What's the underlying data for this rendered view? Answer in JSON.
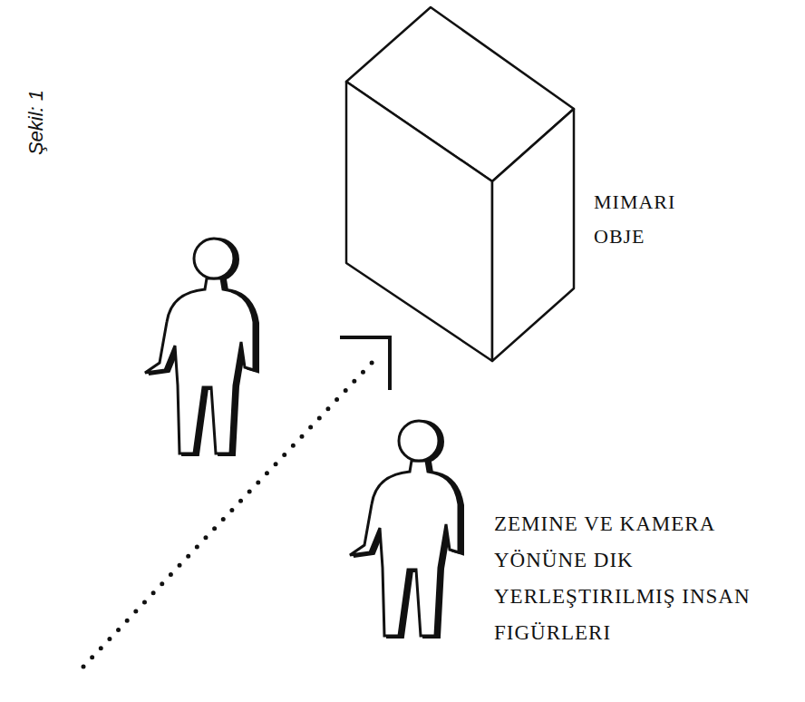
{
  "diagram": {
    "labels": [
      "Şekil: 1",
      "MIMARI OBJE",
      "ZEMINE VE KAMERA YÖNÜNE DIK YERLEŞTIRILMIŞ INSAN FIGÜRLERI"
    ]
  }
}
